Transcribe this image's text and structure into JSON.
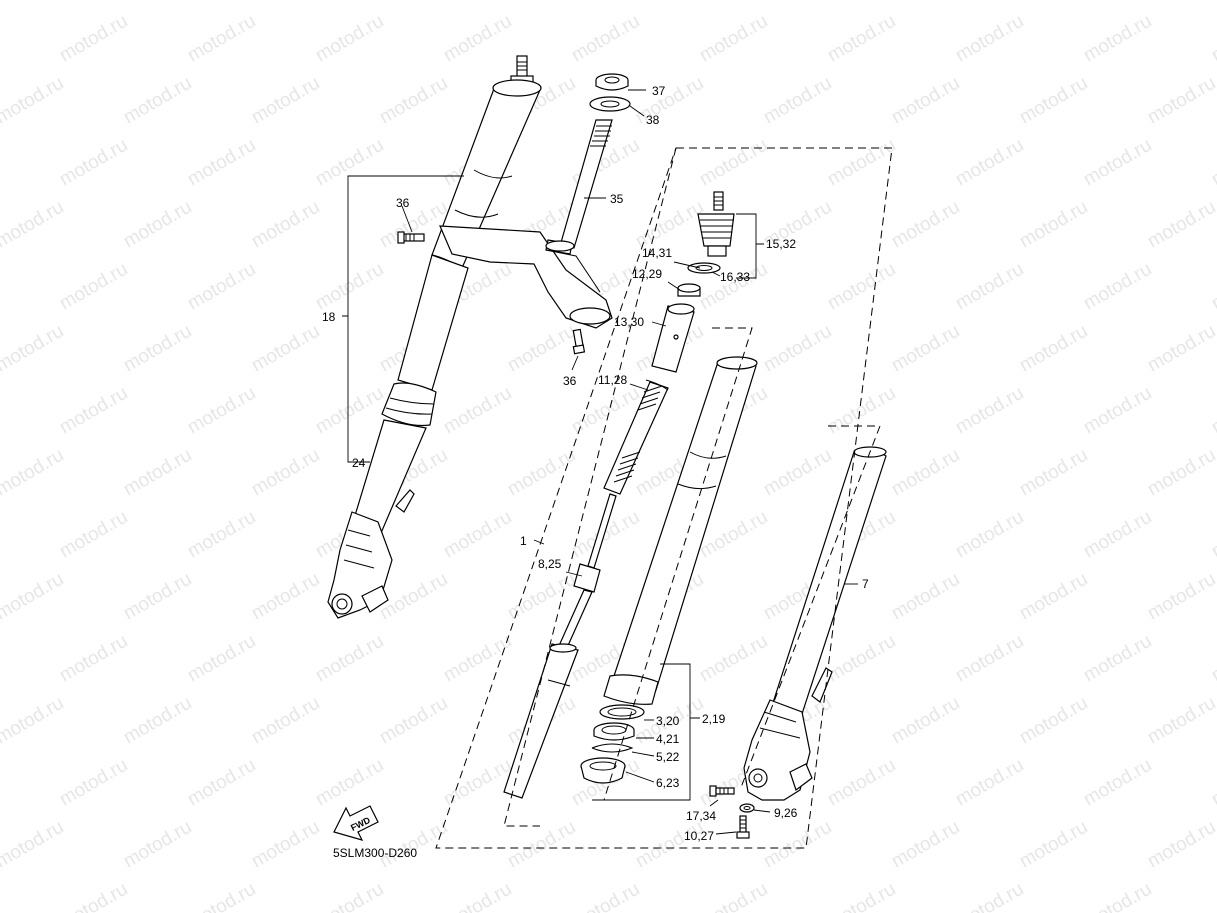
{
  "watermark": "motod.ru",
  "diagram_code": "5SLM300-D260",
  "fwd_badge": "FWD",
  "callouts": [
    {
      "id": "37",
      "text": "37"
    },
    {
      "id": "38",
      "text": "38"
    },
    {
      "id": "35",
      "text": "35"
    },
    {
      "id": "36a",
      "text": "36"
    },
    {
      "id": "36b",
      "text": "36"
    },
    {
      "id": "18",
      "text": "18"
    },
    {
      "id": "24",
      "text": "24"
    },
    {
      "id": "15_32",
      "text": "15,32"
    },
    {
      "id": "14_31",
      "text": "14,31"
    },
    {
      "id": "16_33",
      "text": "16,33"
    },
    {
      "id": "12_29",
      "text": "12,29"
    },
    {
      "id": "13_30",
      "text": "13,30"
    },
    {
      "id": "11_28",
      "text": "11,28"
    },
    {
      "id": "1",
      "text": "1"
    },
    {
      "id": "8_25",
      "text": "8,25"
    },
    {
      "id": "7",
      "text": "7"
    },
    {
      "id": "3_20",
      "text": "3,20"
    },
    {
      "id": "2_19",
      "text": "2,19"
    },
    {
      "id": "4_21",
      "text": "4,21"
    },
    {
      "id": "5_22",
      "text": "5,22"
    },
    {
      "id": "6_23",
      "text": "6,23"
    },
    {
      "id": "17_34",
      "text": "17,34"
    },
    {
      "id": "9_26",
      "text": "9,26"
    },
    {
      "id": "10_27",
      "text": "10,27"
    }
  ]
}
